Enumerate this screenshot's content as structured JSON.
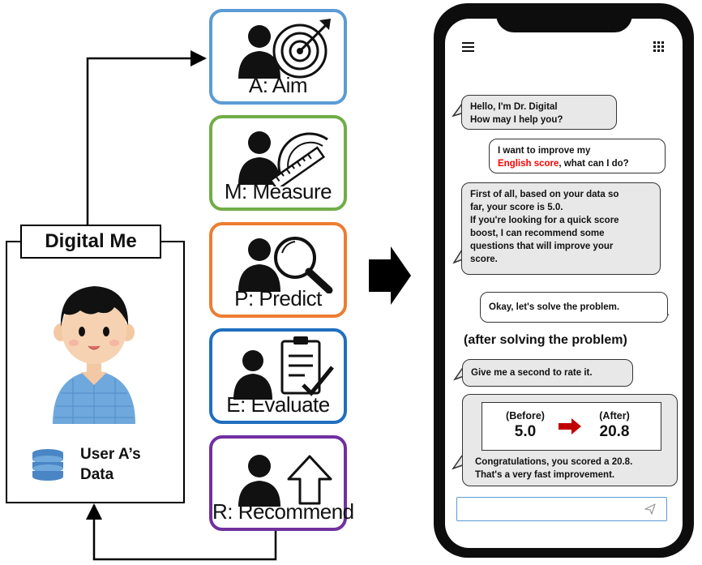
{
  "digital_me": {
    "title": "Digital Me",
    "data_label_line1": "User A’s",
    "data_label_line2": "Data"
  },
  "stages": [
    {
      "key": "A",
      "label": "A: Aim",
      "color": "#5b9bd5",
      "icon": "target-person-icon"
    },
    {
      "key": "M",
      "label": "M: Measure",
      "color": "#70ad47",
      "icon": "protractor-person-icon"
    },
    {
      "key": "P",
      "label": "P: Predict",
      "color": "#ed7d31",
      "icon": "magnifier-person-icon"
    },
    {
      "key": "E",
      "label": "E: Evaluate",
      "color": "#1f6fbf",
      "icon": "clipboard-check-person-icon"
    },
    {
      "key": "R",
      "label": "R: Recommend",
      "color": "#7030a0",
      "icon": "up-arrow-person-icon"
    }
  ],
  "chat": {
    "bot_greeting_line1": "Hello, I'm Dr. Digital",
    "bot_greeting_line2": "How may I help you?",
    "user_request_line1": "I want to improve my",
    "user_request_highlight": "English score",
    "user_request_rest": ", what can I do?",
    "bot_reply_lines": [
      "First of all, based on your data so",
      "far, your score is 5.0.",
      "If you're looking for a quick score",
      "boost, I can recommend some",
      "questions that will improve your",
      "score."
    ],
    "user_ok": "Okay, let's solve the problem.",
    "after_note": "(after solving the problem)",
    "user_rate": "Give me a second to rate it.",
    "before_label": "(Before)",
    "before_value": "5.0",
    "after_label": "(After)",
    "after_value": "20.8",
    "congrats_line1": "Congratulations, you scored a 20.8.",
    "congrats_line2": "That's a very fast improvement.",
    "input_value": ""
  },
  "colors": {
    "highlight_text": "#ff0000",
    "arrow_red": "#c00000",
    "phone_body": "#0d0d0d",
    "input_border": "#5b9bd5"
  }
}
